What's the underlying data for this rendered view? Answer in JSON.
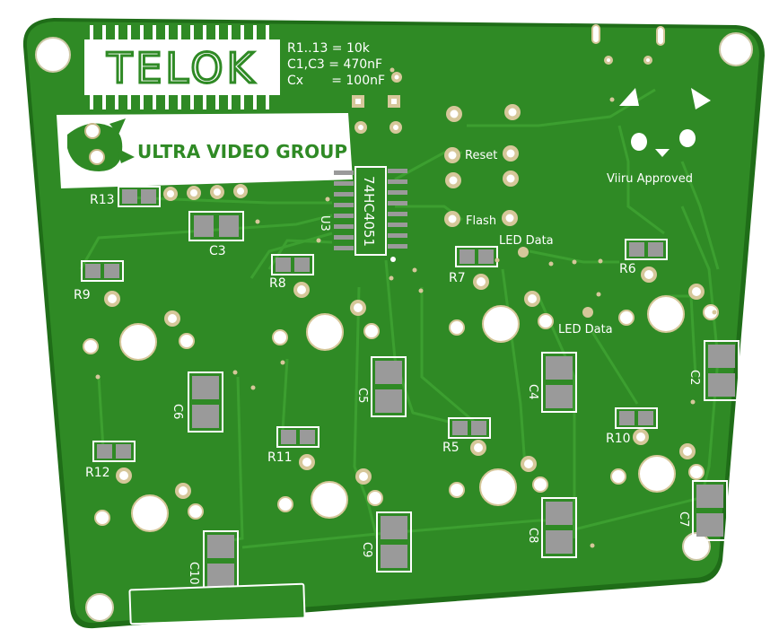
{
  "board": {
    "title_logo": "TELOK",
    "spec_lines": [
      "R1..13 = 10k",
      "C1,C3 = 470nF",
      "Cx       = 100nF"
    ],
    "group_name": "ULTRA VIDEO GROUP",
    "ic_label": "74HC4051",
    "ic_ref": "U3",
    "approved_text": "Viiru Approved",
    "pad_labels": {
      "reset": "Reset",
      "flash": "Flash",
      "led_data_1": "LED Data",
      "led_data_2": "LED Data"
    },
    "refs": {
      "r13": "R13",
      "c3": "C3",
      "r9": "R9",
      "r8": "R8",
      "r7": "R7",
      "r6": "R6",
      "c6": "C6",
      "c5": "C5",
      "c4": "C4",
      "c2": "C2",
      "r12": "R12",
      "r11": "R11",
      "r5": "R5",
      "r10": "R10",
      "c10": "C10",
      "c9": "C9",
      "c8": "C8",
      "c7": "C7"
    }
  },
  "colors": {
    "board_green": "#2f8a25",
    "trace_green": "#3a9c2e",
    "silkscreen": "#ffffff",
    "pad_gray": "#9a9a9a",
    "copper_gold": "#d6c79a"
  }
}
